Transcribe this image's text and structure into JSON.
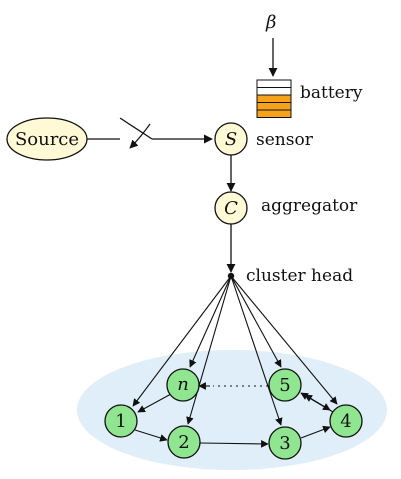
{
  "labels": {
    "beta": "β",
    "battery": "battery",
    "source": "Source",
    "sensor_symbol": "S",
    "sensor": "sensor",
    "aggregator_symbol": "C",
    "aggregator": "aggregator",
    "cluster_head": "cluster head"
  },
  "nodes": {
    "n1": "1",
    "n2": "2",
    "n3": "3",
    "n4": "4",
    "n5": "5",
    "nn": "n"
  },
  "colors": {
    "node_fill": "#90e690",
    "yellow_fill": "#fff9d6",
    "battery_fill": "#f7a21b",
    "cloud_fill": "#dfeef8",
    "stroke": "#111111"
  }
}
